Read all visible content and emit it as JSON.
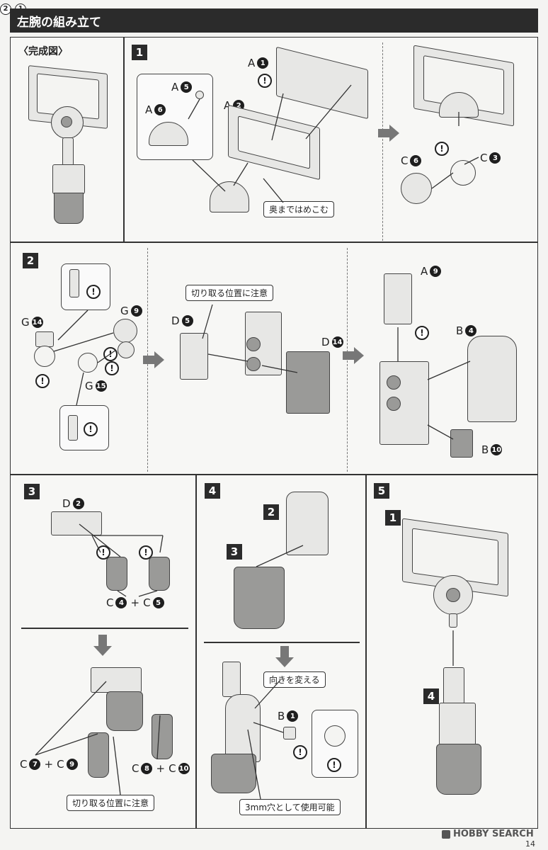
{
  "header": {
    "title": "左腕の組み立て"
  },
  "complete": {
    "label": "〈完成図〉"
  },
  "steps": {
    "s1": {
      "num": "1",
      "part_a1": "A",
      "n_a1": "1",
      "part_a2": "A",
      "n_a2": "2",
      "part_a5": "A",
      "n_a5": "5",
      "part_a6": "A",
      "n_a6": "6",
      "callout": "奥まではめこむ",
      "part_c6": "C",
      "n_c6": "6",
      "part_c3": "C",
      "n_c3": "3",
      "order1": "1",
      "order2": "2"
    },
    "s2": {
      "num": "2",
      "part_g14": "G",
      "n_g14": "14",
      "part_g9": "G",
      "n_g9": "9",
      "part_g15": "G",
      "n_g15": "15",
      "callout": "切り取る位置に注意",
      "part_d5": "D",
      "n_d5": "5",
      "part_d14": "D",
      "n_d14": "14",
      "part_a9": "A",
      "n_a9": "9",
      "part_b4": "B",
      "n_b4": "4",
      "part_b10": "B",
      "n_b10": "10"
    },
    "s3": {
      "num": "3",
      "part_d2": "D",
      "n_d2": "2",
      "c_top_a": "C",
      "n_top_a": "4",
      "c_top_b": "C",
      "n_top_b": "5",
      "c_bl_a": "C",
      "n_bl_a": "7",
      "c_bl_b": "C",
      "n_bl_b": "9",
      "c_br_a": "C",
      "n_br_a": "8",
      "c_br_b": "C",
      "n_br_b": "10",
      "plus": "+",
      "callout": "切り取る位置に注意"
    },
    "s4": {
      "num": "4",
      "sub2": "2",
      "sub3": "3",
      "callout_top": "向きを変える",
      "part_b1": "B",
      "n_b1": "1",
      "callout_bottom": "3mm穴として使用可能"
    },
    "s5": {
      "num": "5",
      "sub1": "1",
      "sub4": "4"
    }
  },
  "warning_mark": "!",
  "footer": {
    "brand": "HOBBY SEARCH",
    "page": "14"
  }
}
